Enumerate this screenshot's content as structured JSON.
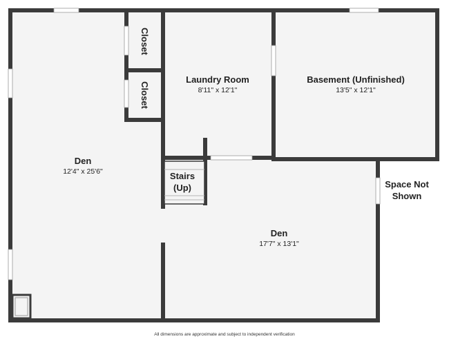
{
  "rooms": [
    {
      "name": "Den",
      "dims": "12'4\" x 25'6\""
    },
    {
      "name": "Closet"
    },
    {
      "name": "Closet"
    },
    {
      "name": "Laundry Room",
      "dims": "8'11\" x 12'1\""
    },
    {
      "name": "Basement (Unfinished)",
      "dims": "13'5\" x 12'1\""
    },
    {
      "name_line1": "Stairs",
      "name_line2": "(Up)"
    },
    {
      "name": "Den",
      "dims": "17'7\" x 13'1\""
    },
    {
      "name_line1": "Space Not",
      "name_line2": "Shown"
    }
  ],
  "footer": {
    "note": "All dimensions are approximate and subject to independent verification"
  },
  "colors": {
    "wall": "#3b3b3b",
    "floor": "#f4f4f4",
    "text": "#222222"
  }
}
